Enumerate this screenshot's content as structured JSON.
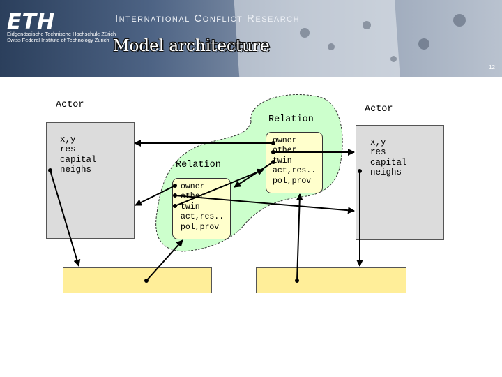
{
  "header": {
    "logo": "ETH",
    "institution_line1": "Eidgenössische Technische Hochschule Zürich",
    "institution_line2": "Swiss Federal Institute of Technology Zurich",
    "org_title": "International Conflict Research",
    "slide_title": "Model architecture",
    "page_number": "12"
  },
  "diagram": {
    "left_actor": {
      "title": "Actor",
      "attrs": [
        "x,y",
        "res",
        "capital",
        "neighs"
      ]
    },
    "right_actor": {
      "title": "Actor",
      "attrs": [
        "x,y",
        "res",
        "capital",
        "neighs"
      ]
    },
    "relation_inner": {
      "title": "Relation",
      "attrs": [
        "owner",
        "other",
        "twin",
        "act,res..",
        "pol,prov"
      ]
    },
    "relation_outer": {
      "title": "Relation",
      "attrs": [
        "owner",
        "other",
        "twin",
        "act,res..",
        "pol,prov"
      ]
    },
    "colors": {
      "actor_fill": "#dcdcdc",
      "relation_blob": "#ccffcc",
      "relation_box": "#ffffcc",
      "bottom_box": "#ffee99"
    }
  }
}
